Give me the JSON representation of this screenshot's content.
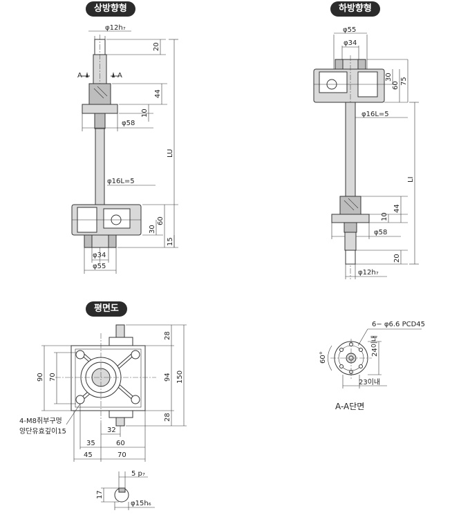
{
  "sections": {
    "upward": "상방향형",
    "downward": "하방향형",
    "plan": "평면도"
  },
  "upward_dims": {
    "shaft_dia": "φ12h₇",
    "top_len": "20",
    "section_mark": "A",
    "nut_len": "44",
    "flange_thk": "10",
    "flange_dia": "φ58",
    "stroke": "LU",
    "screw": "φ16L=5",
    "h60": "60",
    "h30": "30",
    "h15": "15",
    "d34": "φ34",
    "d55": "φ55"
  },
  "downward_dims": {
    "d55": "φ55",
    "d34": "φ34",
    "h30": "30",
    "h60": "60",
    "h75": "75",
    "screw": "φ16L=5",
    "stroke": "LI",
    "flange_thk": "10",
    "nut_len": "44",
    "flange_dia": "φ58",
    "bottom_len": "20",
    "shaft_dia": "φ12h₇"
  },
  "plan_dims": {
    "w90": "90",
    "w70": "70",
    "h28a": "28",
    "h94": "94",
    "h150": "150",
    "h28b": "28",
    "hole_note_1": "4-M8취부구멍",
    "hole_note_2": "양단유효깊이15",
    "x35": "35",
    "x32": "32",
    "x60": "60",
    "x45": "45",
    "x70": "70"
  },
  "key_dims": {
    "key": "5 p₇",
    "h17": "17",
    "d15": "φ15h₆"
  },
  "aa_section": {
    "holes": "6− φ6.6  PCD45",
    "angle": "60°",
    "d24": "24이내",
    "d23": "23이내",
    "title": "A-A단면"
  }
}
